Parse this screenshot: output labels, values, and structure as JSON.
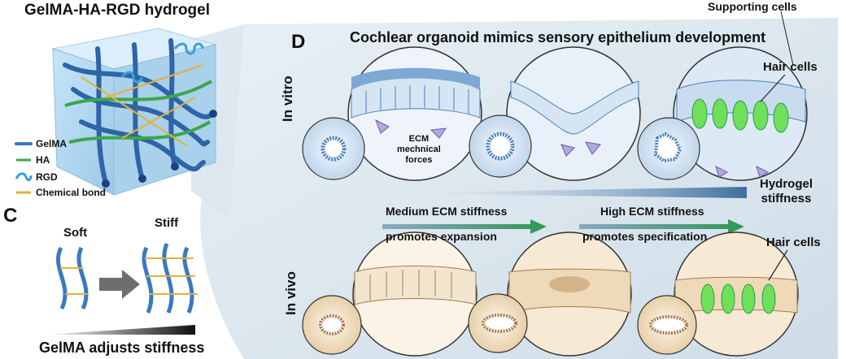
{
  "panel_b": {
    "title": "GelMA-HA-RGD hydrogel",
    "legend": [
      {
        "label": "GelMA",
        "color": "#3a78c2"
      },
      {
        "label": "HA",
        "color": "#3aa74a"
      },
      {
        "label": "RGD",
        "color": "#3aa0d8"
      },
      {
        "label": "Chemical bond",
        "color": "#e0b23a"
      }
    ]
  },
  "panel_c": {
    "letter": "C",
    "soft_label": "Soft",
    "stiff_label": "Stiff",
    "caption": "GelMA adjusts stiffness"
  },
  "panel_d": {
    "letter": "D",
    "top_right_label": "Supporting cells",
    "title": "Cochlear organoid mimics sensory epithelium development",
    "row_in_vitro": "In vitro",
    "row_in_vivo": "In vivo",
    "ecm_forces_label": "ECM\nmechnical\nforces",
    "hair_cells_top": "Hair cells",
    "hair_cells_bottom": "Hair cells",
    "hydrogel_stiffness": "Hydrogel\nstiffness",
    "medium_ecm": "Medium ECM stiffness",
    "promotes_expansion": "promotes expansion",
    "high_ecm": "High ECM stiffness",
    "promotes_specification": "promotes specification"
  },
  "colors": {
    "panel_bg": "#d9e6ee",
    "vitro_cell": "#dde9f6",
    "vitro_edge": "#4a7fb8",
    "vivo_cell": "#f6eee1",
    "vivo_edge": "#a57a4f",
    "hair_cell": "#6fe05a",
    "arrow_green": "#2e9a4e"
  }
}
